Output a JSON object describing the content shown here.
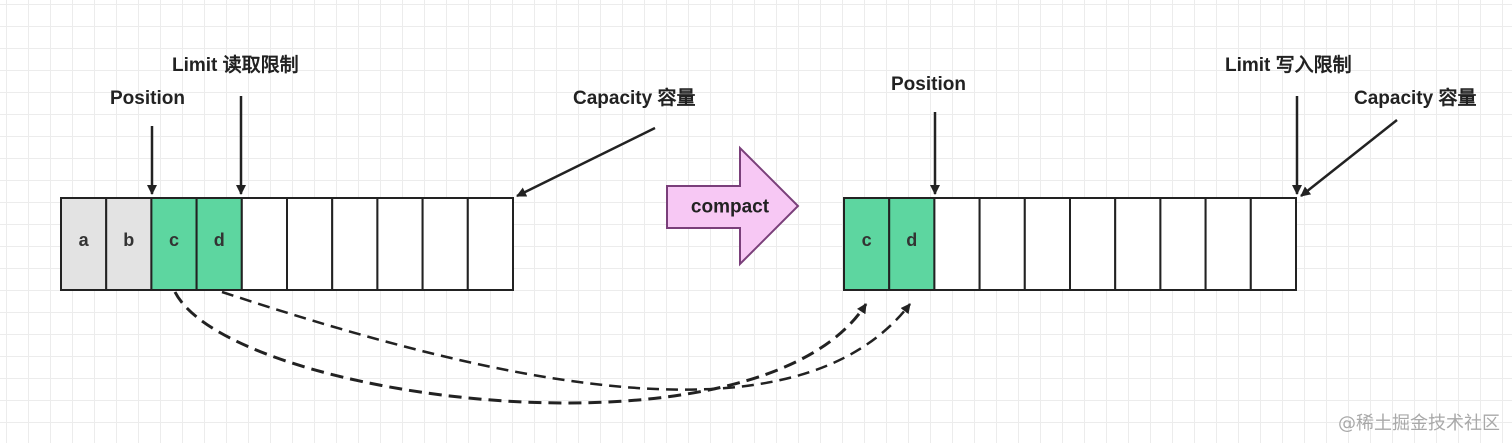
{
  "left_buffer": {
    "cells": [
      "a",
      "b",
      "c",
      "d",
      "",
      "",
      "",
      "",
      "",
      ""
    ],
    "states": [
      "read",
      "read",
      "unread",
      "unread",
      "empty",
      "empty",
      "empty",
      "empty",
      "empty",
      "empty"
    ],
    "position_label": "Position",
    "limit_label": "Limit 读取限制",
    "capacity_label": "Capacity 容量"
  },
  "operation": {
    "label": "compact"
  },
  "right_buffer": {
    "cells": [
      "c",
      "d",
      "",
      "",
      "",
      "",
      "",
      "",
      "",
      ""
    ],
    "states": [
      "unread",
      "unread",
      "empty",
      "empty",
      "empty",
      "empty",
      "empty",
      "empty",
      "empty",
      "empty"
    ],
    "position_label": "Position",
    "limit_label": "Limit 写入限制",
    "capacity_label": "Capacity 容量"
  },
  "colors": {
    "read": "#e3e3e3",
    "unread": "#5dd6a0",
    "empty": "#ffffff",
    "stroke": "#222222",
    "arrow_fill": "#f7c8f4",
    "arrow_stroke": "#7a3f7a"
  },
  "watermark": "@稀土掘金技术社区"
}
